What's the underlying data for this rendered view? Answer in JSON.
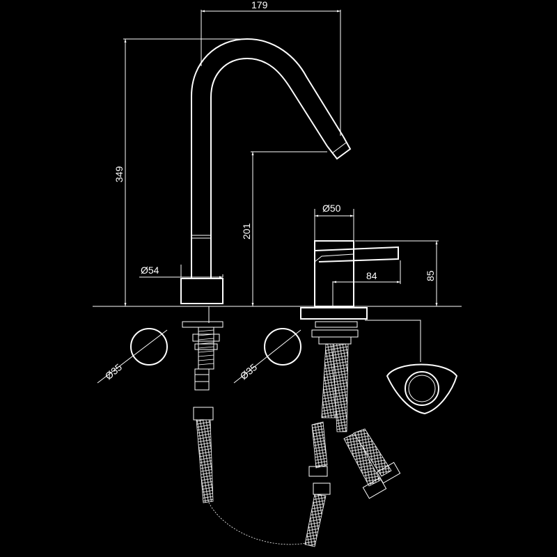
{
  "colors": {
    "background": "#000000",
    "line": "#ffffff"
  },
  "dimensions": {
    "spout_reach": "179",
    "overall_height": "349",
    "spout_height": "201",
    "spout_base_diameter": "Ø54",
    "handle_body_diameter": "Ø50",
    "lever_length": "84",
    "handle_height": "85",
    "hole_left_diameter": "Ø35",
    "hole_right_diameter": "Ø35"
  }
}
